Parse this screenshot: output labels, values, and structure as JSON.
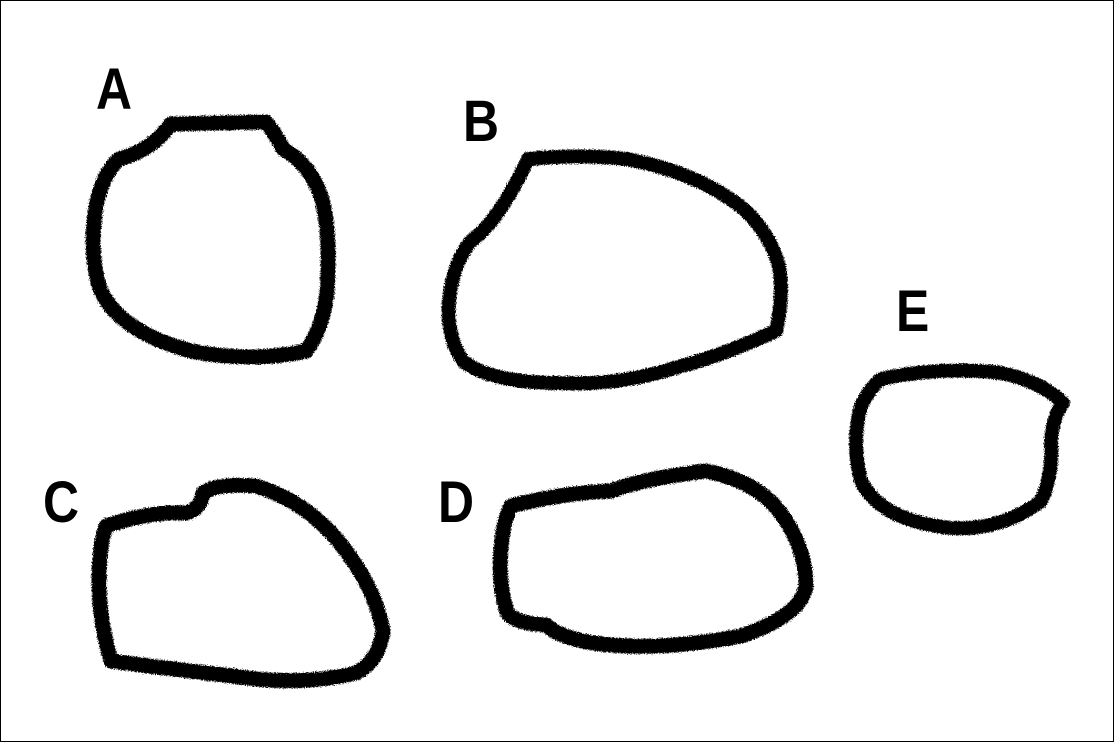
{
  "labels": {
    "a": "A",
    "b": "B",
    "c": "C",
    "d": "D",
    "e": "E"
  },
  "colors": {
    "stroke": "#000000",
    "background": "#ffffff",
    "frame": "#000000"
  }
}
